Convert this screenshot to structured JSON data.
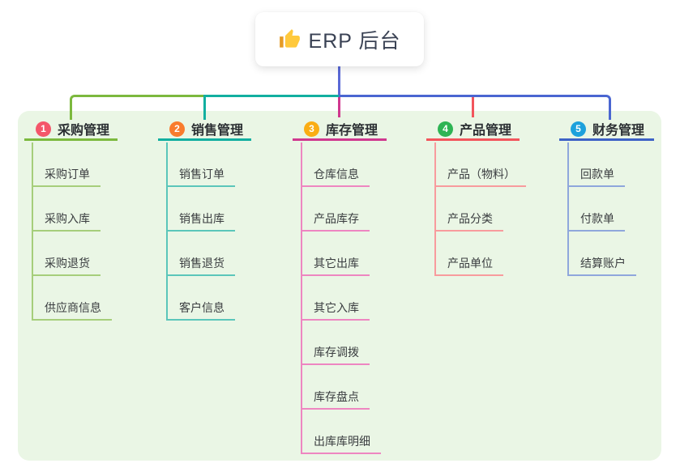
{
  "root": {
    "label": "ERP 后台",
    "icon": "thumbs-up-icon"
  },
  "branches": [
    {
      "num": "1",
      "label": "采购管理",
      "color": "#7CB93E",
      "light_color": "#A6CE7B",
      "badge_color": "#F4566A",
      "children": [
        "采购订单",
        "采购入库",
        "采购退货",
        "供应商信息"
      ]
    },
    {
      "num": "2",
      "label": "销售管理",
      "color": "#12AFA0",
      "light_color": "#5BC6BA",
      "badge_color": "#F97C2D",
      "children": [
        "销售订单",
        "销售出库",
        "销售退货",
        "客户信息"
      ]
    },
    {
      "num": "3",
      "label": "库存管理",
      "color": "#D0388F",
      "light_color": "#EE86C1",
      "badge_color": "#FAAD14",
      "children": [
        "仓库信息",
        "产品库存",
        "其它出库",
        "其它入库",
        "库存调拨",
        "库存盘点",
        "出库库明细"
      ]
    },
    {
      "num": "4",
      "label": "产品管理",
      "color": "#F2555C",
      "light_color": "#F89B9D",
      "badge_color": "#2EB454",
      "children": [
        "产品（物料）",
        "产品分类",
        "产品单位"
      ]
    },
    {
      "num": "5",
      "label": "财务管理",
      "color": "#3D62C6",
      "light_color": "#8FA7DC",
      "badge_color": "#1DA1DC",
      "children": [
        "回款单",
        "付款单",
        "结算账户"
      ]
    }
  ],
  "connectors": {
    "root_drop_color": "#5A69D6",
    "spine_segment_colors": [
      "#7CB93E",
      "#12AFA0",
      "#4A66D1"
    ],
    "center_drop_color": "#D0388F",
    "product_drop_color": "#F2555C"
  },
  "board_background": "#EAF6E5"
}
